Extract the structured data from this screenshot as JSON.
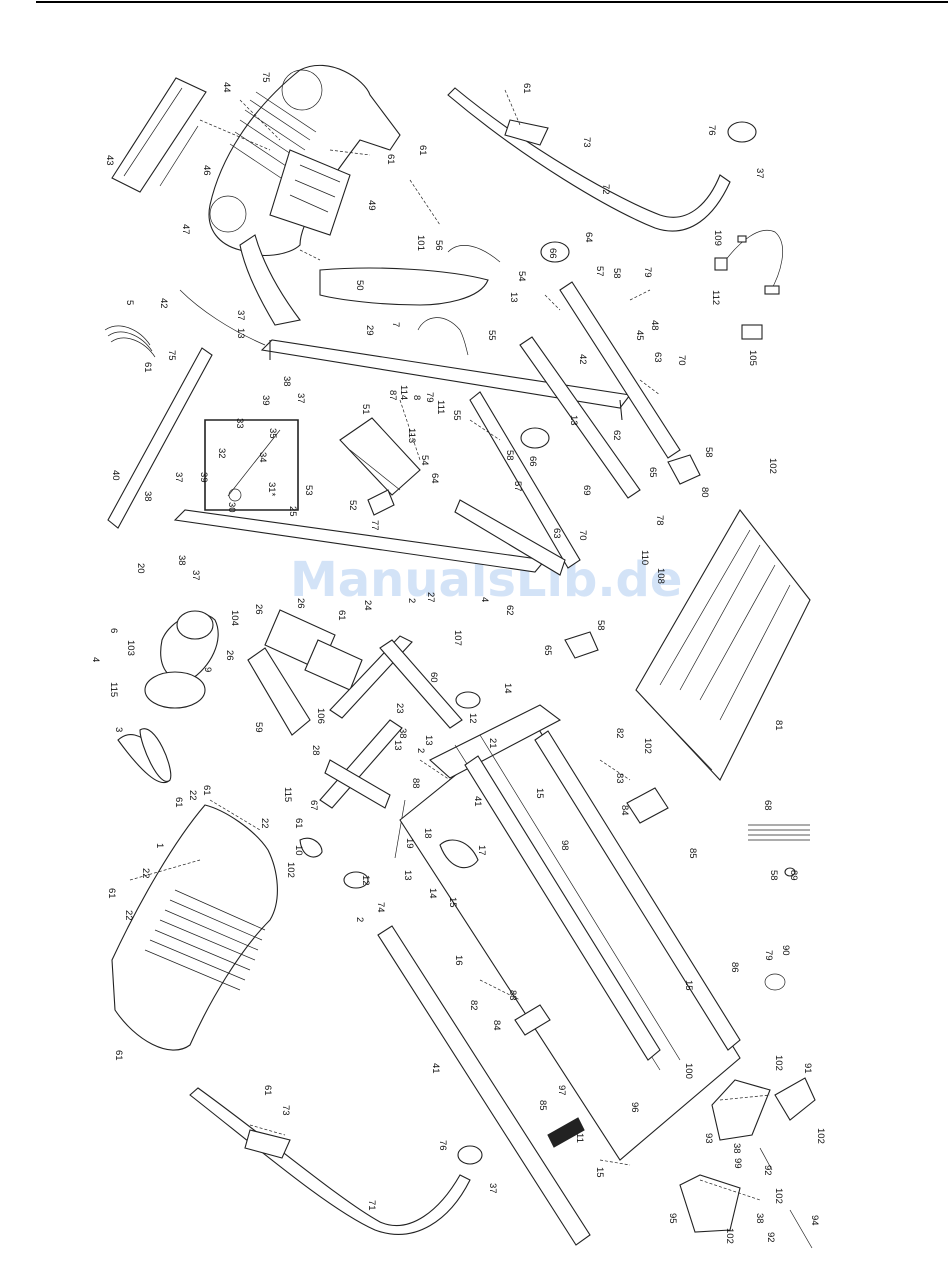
{
  "title": "",
  "watermark": "ManualsLib.de",
  "callouts": [
    {
      "id": "c1",
      "label": "75"
    },
    {
      "id": "c2",
      "label": "44"
    },
    {
      "id": "c3",
      "label": "43"
    },
    {
      "id": "c4",
      "label": "46"
    },
    {
      "id": "c5",
      "label": "47"
    },
    {
      "id": "c6",
      "label": "61"
    },
    {
      "id": "c7",
      "label": "49"
    },
    {
      "id": "c8",
      "label": "61"
    },
    {
      "id": "c9",
      "label": "101"
    },
    {
      "id": "c10",
      "label": "56"
    },
    {
      "id": "c11",
      "label": "50"
    },
    {
      "id": "c12",
      "label": "61"
    },
    {
      "id": "c13",
      "label": "73"
    },
    {
      "id": "c14",
      "label": "72"
    },
    {
      "id": "c15",
      "label": "76"
    },
    {
      "id": "c16",
      "label": "37"
    },
    {
      "id": "c17",
      "label": "109"
    },
    {
      "id": "c18",
      "label": "112"
    },
    {
      "id": "c19",
      "label": "105"
    },
    {
      "id": "c20",
      "label": "66"
    },
    {
      "id": "c21",
      "label": "64"
    },
    {
      "id": "c22",
      "label": "57"
    },
    {
      "id": "c23",
      "label": "58"
    },
    {
      "id": "c24",
      "label": "79"
    },
    {
      "id": "c25",
      "label": "48"
    },
    {
      "id": "c26",
      "label": "54"
    },
    {
      "id": "c27",
      "label": "13"
    },
    {
      "id": "c28",
      "label": "55"
    },
    {
      "id": "c29",
      "label": "45"
    },
    {
      "id": "c30",
      "label": "63"
    },
    {
      "id": "c31",
      "label": "70"
    },
    {
      "id": "c32",
      "label": "42"
    },
    {
      "id": "c33",
      "label": "5"
    },
    {
      "id": "c34",
      "label": "42"
    },
    {
      "id": "c35",
      "label": "7"
    },
    {
      "id": "c36",
      "label": "29"
    },
    {
      "id": "c37",
      "label": "37"
    },
    {
      "id": "c38",
      "label": "13"
    },
    {
      "id": "c39",
      "label": "75"
    },
    {
      "id": "c40",
      "label": "61"
    },
    {
      "id": "c41",
      "label": "38"
    },
    {
      "id": "c42",
      "label": "39"
    },
    {
      "id": "c43",
      "label": "37"
    },
    {
      "id": "c44",
      "label": "40"
    },
    {
      "id": "c45",
      "label": "33"
    },
    {
      "id": "c46",
      "label": "35"
    },
    {
      "id": "c47",
      "label": "32"
    },
    {
      "id": "c48",
      "label": "34"
    },
    {
      "id": "c49",
      "label": "31*"
    },
    {
      "id": "c50",
      "label": "30"
    },
    {
      "id": "c51",
      "label": "39"
    },
    {
      "id": "c52",
      "label": "37"
    },
    {
      "id": "c53",
      "label": "38"
    },
    {
      "id": "c54",
      "label": "25"
    },
    {
      "id": "c55",
      "label": "51"
    },
    {
      "id": "c56",
      "label": "87"
    },
    {
      "id": "c57",
      "label": "114"
    },
    {
      "id": "c58",
      "label": "8"
    },
    {
      "id": "c59",
      "label": "79"
    },
    {
      "id": "c60",
      "label": "113"
    },
    {
      "id": "c61",
      "label": "111"
    },
    {
      "id": "c62",
      "label": "55"
    },
    {
      "id": "c63",
      "label": "13"
    },
    {
      "id": "c64",
      "label": "62"
    },
    {
      "id": "c65",
      "label": "58"
    },
    {
      "id": "c66",
      "label": "65"
    },
    {
      "id": "c67",
      "label": "66"
    },
    {
      "id": "c68",
      "label": "57"
    },
    {
      "id": "c69",
      "label": "58"
    },
    {
      "id": "c70",
      "label": "69"
    },
    {
      "id": "c71",
      "label": "54"
    },
    {
      "id": "c72",
      "label": "64"
    },
    {
      "id": "c73",
      "label": "53"
    },
    {
      "id": "c74",
      "label": "52"
    },
    {
      "id": "c75",
      "label": "77"
    },
    {
      "id": "c76",
      "label": "102"
    },
    {
      "id": "c77",
      "label": "80"
    },
    {
      "id": "c78",
      "label": "78"
    },
    {
      "id": "c79",
      "label": "63"
    },
    {
      "id": "c80",
      "label": "70"
    },
    {
      "id": "c81",
      "label": "110"
    },
    {
      "id": "c82",
      "label": "108"
    },
    {
      "id": "c83",
      "label": "4"
    },
    {
      "id": "c84",
      "label": "62"
    },
    {
      "id": "c85",
      "label": "58"
    },
    {
      "id": "c86",
      "label": "65"
    },
    {
      "id": "c87",
      "label": "38"
    },
    {
      "id": "c88",
      "label": "37"
    },
    {
      "id": "c89",
      "label": "20"
    },
    {
      "id": "c90",
      "label": "6"
    },
    {
      "id": "c91",
      "label": "103"
    },
    {
      "id": "c92",
      "label": "4"
    },
    {
      "id": "c93",
      "label": "115"
    },
    {
      "id": "c94",
      "label": "104"
    },
    {
      "id": "c95",
      "label": "9"
    },
    {
      "id": "c96",
      "label": "26"
    },
    {
      "id": "c97",
      "label": "26"
    },
    {
      "id": "c98",
      "label": "26"
    },
    {
      "id": "c99",
      "label": "24"
    },
    {
      "id": "c100",
      "label": "61"
    },
    {
      "id": "c101",
      "label": "2"
    },
    {
      "id": "c102",
      "label": "27"
    },
    {
      "id": "c103",
      "label": "107"
    },
    {
      "id": "c104",
      "label": "60"
    },
    {
      "id": "c105",
      "label": "106"
    },
    {
      "id": "c106",
      "label": "59"
    },
    {
      "id": "c107",
      "label": "3"
    },
    {
      "id": "c108",
      "label": "23"
    },
    {
      "id": "c109",
      "label": "38"
    },
    {
      "id": "c110",
      "label": "13"
    },
    {
      "id": "c111",
      "label": "2"
    },
    {
      "id": "c112",
      "label": "12"
    },
    {
      "id": "c113",
      "label": "21"
    },
    {
      "id": "c114",
      "label": "14"
    },
    {
      "id": "c115",
      "label": "81"
    },
    {
      "id": "c116",
      "label": "102"
    },
    {
      "id": "c117",
      "label": "82"
    },
    {
      "id": "c118",
      "label": "83"
    },
    {
      "id": "c119",
      "label": "88"
    },
    {
      "id": "c120",
      "label": "13"
    },
    {
      "id": "c121",
      "label": "61"
    },
    {
      "id": "c122",
      "label": "22"
    },
    {
      "id": "c123",
      "label": "61"
    },
    {
      "id": "c124",
      "label": "28"
    },
    {
      "id": "c125",
      "label": "115"
    },
    {
      "id": "c126",
      "label": "67"
    },
    {
      "id": "c127",
      "label": "22"
    },
    {
      "id": "c128",
      "label": "61"
    },
    {
      "id": "c129",
      "label": "1"
    },
    {
      "id": "c130",
      "label": "10"
    },
    {
      "id": "c131",
      "label": "102"
    },
    {
      "id": "c132",
      "label": "19"
    },
    {
      "id": "c133",
      "label": "18"
    },
    {
      "id": "c134",
      "label": "41"
    },
    {
      "id": "c135",
      "label": "15"
    },
    {
      "id": "c136",
      "label": "84"
    },
    {
      "id": "c137",
      "label": "98"
    },
    {
      "id": "c138",
      "label": "17"
    },
    {
      "id": "c139",
      "label": "85"
    },
    {
      "id": "c140",
      "label": "68"
    },
    {
      "id": "c141",
      "label": "12"
    },
    {
      "id": "c142",
      "label": "13"
    },
    {
      "id": "c143",
      "label": "14"
    },
    {
      "id": "c144",
      "label": "15"
    },
    {
      "id": "c145",
      "label": "22"
    },
    {
      "id": "c146",
      "label": "61"
    },
    {
      "id": "c147",
      "label": "22"
    },
    {
      "id": "c148",
      "label": "74"
    },
    {
      "id": "c149",
      "label": "2"
    },
    {
      "id": "c150",
      "label": "16"
    },
    {
      "id": "c151",
      "label": "58"
    },
    {
      "id": "c152",
      "label": "89"
    },
    {
      "id": "c153",
      "label": "82"
    },
    {
      "id": "c154",
      "label": "83"
    },
    {
      "id": "c155",
      "label": "86"
    },
    {
      "id": "c156",
      "label": "79"
    },
    {
      "id": "c157",
      "label": "90"
    },
    {
      "id": "c158",
      "label": "15"
    },
    {
      "id": "c159",
      "label": "84"
    },
    {
      "id": "c160",
      "label": "61"
    },
    {
      "id": "c161",
      "label": "41"
    },
    {
      "id": "c162",
      "label": "61"
    },
    {
      "id": "c163",
      "label": "73"
    },
    {
      "id": "c164",
      "label": "85"
    },
    {
      "id": "c165",
      "label": "97"
    },
    {
      "id": "c166",
      "label": "100"
    },
    {
      "id": "c167",
      "label": "102"
    },
    {
      "id": "c168",
      "label": "91"
    },
    {
      "id": "c169",
      "label": "96"
    },
    {
      "id": "c170",
      "label": "11"
    },
    {
      "id": "c171",
      "label": "102"
    },
    {
      "id": "c172",
      "label": "93"
    },
    {
      "id": "c173",
      "label": "38"
    },
    {
      "id": "c174",
      "label": "99"
    },
    {
      "id": "c175",
      "label": "92"
    },
    {
      "id": "c176",
      "label": "76"
    },
    {
      "id": "c177",
      "label": "37"
    },
    {
      "id": "c178",
      "label": "15"
    },
    {
      "id": "c179",
      "label": "71"
    },
    {
      "id": "c180",
      "label": "102"
    },
    {
      "id": "c181",
      "label": "95"
    },
    {
      "id": "c182",
      "label": "38"
    },
    {
      "id": "c183",
      "label": "94"
    },
    {
      "id": "c184",
      "label": "102"
    },
    {
      "id": "c185",
      "label": "92"
    }
  ]
}
